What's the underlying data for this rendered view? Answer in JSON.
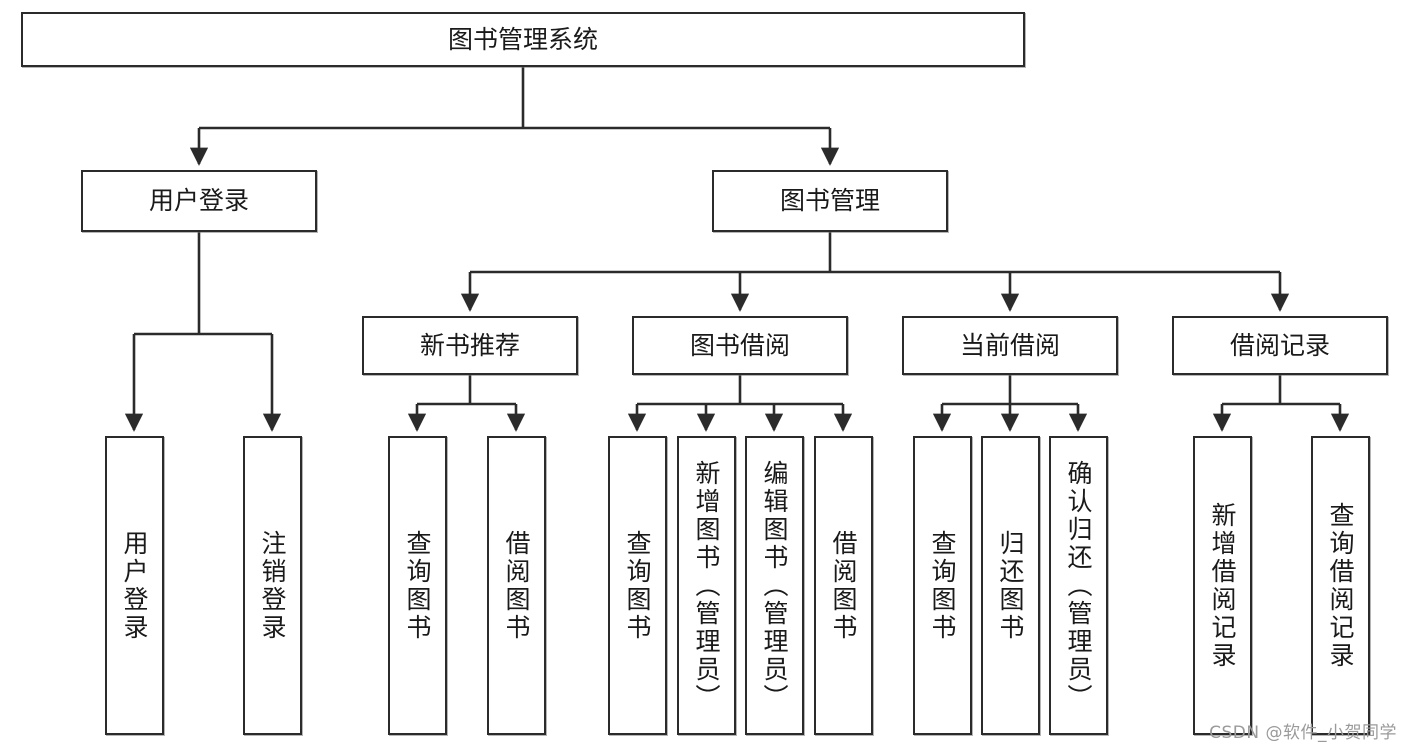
{
  "diagram": {
    "title": "图书管理系统",
    "type": "tree-hierarchy",
    "watermark": "CSDN @软件_小贺同学",
    "colors": {
      "border": "#2b2b2b",
      "background": "#ffffff",
      "text": "#1a1a1a",
      "watermark": "#9a9a9a"
    },
    "nodes": {
      "root": {
        "label": "图书管理系统",
        "level": 1
      },
      "level2": [
        {
          "id": "user-login",
          "label": "用户登录"
        },
        {
          "id": "book-manage",
          "label": "图书管理"
        }
      ],
      "level3": [
        {
          "id": "new-book-recommend",
          "label": "新书推荐",
          "parent": "book-manage"
        },
        {
          "id": "book-borrow",
          "label": "图书借阅",
          "parent": "book-manage"
        },
        {
          "id": "current-borrow",
          "label": "当前借阅",
          "parent": "book-manage"
        },
        {
          "id": "borrow-record",
          "label": "借阅记录",
          "parent": "book-manage"
        }
      ],
      "leaves": [
        {
          "id": "leaf-user-login",
          "label": "用户登录",
          "parent": "user-login"
        },
        {
          "id": "leaf-logout",
          "label": "注销登录",
          "parent": "user-login"
        },
        {
          "id": "leaf-query-book-1",
          "label": "查询图书",
          "parent": "new-book-recommend"
        },
        {
          "id": "leaf-borrow-book-1",
          "label": "借阅图书",
          "parent": "new-book-recommend"
        },
        {
          "id": "leaf-query-book-2",
          "label": "查询图书",
          "parent": "book-borrow"
        },
        {
          "id": "leaf-add-book",
          "label": "新增图书（管理员）",
          "parent": "book-borrow"
        },
        {
          "id": "leaf-edit-book",
          "label": "编辑图书（管理员）",
          "parent": "book-borrow"
        },
        {
          "id": "leaf-borrow-book-2",
          "label": "借阅图书",
          "parent": "book-borrow"
        },
        {
          "id": "leaf-query-book-3",
          "label": "查询图书",
          "parent": "current-borrow"
        },
        {
          "id": "leaf-return-book",
          "label": "归还图书",
          "parent": "current-borrow"
        },
        {
          "id": "leaf-confirm-return",
          "label": "确认归还（管理员）",
          "parent": "current-borrow"
        },
        {
          "id": "leaf-add-record",
          "label": "新增借阅记录",
          "parent": "borrow-record"
        },
        {
          "id": "leaf-query-record",
          "label": "查询借阅记录",
          "parent": "borrow-record"
        }
      ]
    }
  }
}
